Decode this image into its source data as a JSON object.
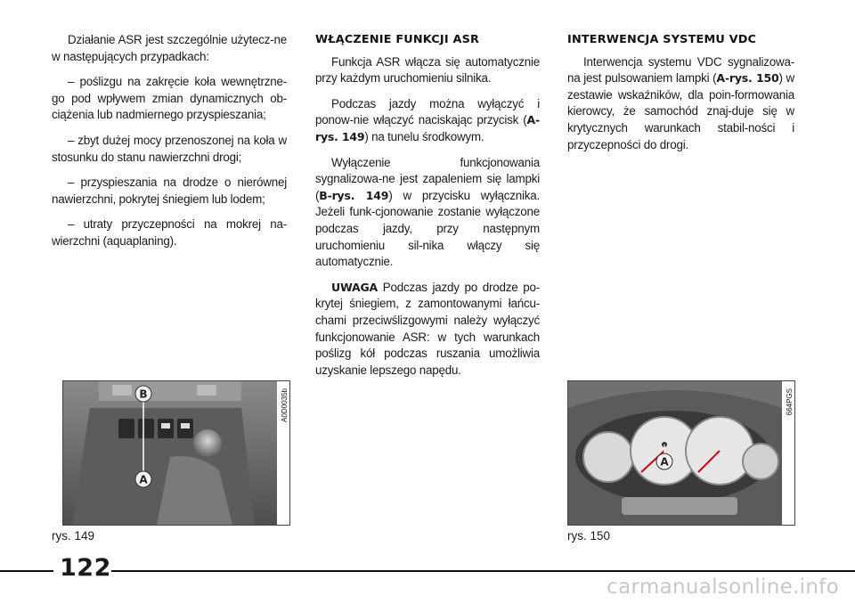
{
  "col1": {
    "intro": "Działanie ASR jest szczególnie użytecz-ne w następujących przypadkach:",
    "items": [
      "– poślizgu na zakręcie koła wewnętrzne-go pod wpływem zmian dynamicznych ob-ciążenia lub nadmiernego przyspieszania;",
      "– zbyt dużej mocy przenoszonej na koła w stosunku do stanu nawierzchni drogi;",
      "– przyspieszania na drodze o nierównej nawierzchni, pokrytej śniegiem lub lodem;",
      "– utraty przyczepności na mokrej na-wierzchni (aquaplaning)."
    ]
  },
  "col2": {
    "heading": "WŁĄCZENIE FUNKCJI ASR",
    "p1": "Funkcja ASR włącza się automatycznie przy każdym uruchomieniu silnika.",
    "p2_before": "Podczas jazdy można wyłączyć i ponow-nie włączyć naciskając przycisk (",
    "p2_ref": "A-rys. 149",
    "p2_after": ") na tunelu środkowym.",
    "p3_before": "Wyłączenie funkcjonowania sygnalizowa-ne jest zapaleniem się lampki (",
    "p3_ref": "B-rys. 149",
    "p3_after": ") w przycisku wyłącznika. Jeżeli funk-cjonowanie zostanie wyłączone podczas jazdy, przy następnym uruchomieniu sil-nika włączy się automatycznie.",
    "note_label": "UWAGA",
    "note_text": " Podczas jazdy po drodze po-krytej śniegiem, z zamontowanymi łańcu-chami przeciwślizgowymi należy wyłączyć funkcjonowanie ASR: w tych warunkach poślizg kół podczas ruszania umożliwia uzyskanie lepszego napędu."
  },
  "col3": {
    "heading": "INTERWENCJA SYSTEMU VDC",
    "p1_before": "Interwencja systemu VDC sygnalizowa-na jest pulsowaniem lampki (",
    "p1_ref": "A-rys. 150",
    "p1_after": ") w zestawie wskaźników, dla poin-formowania kierowcy, że samochód znaj-duje się w krytycznych warunkach stabil-ności i przyczepności do drogi."
  },
  "figures": {
    "fig1": {
      "code": "A0D0035b",
      "caption": "rys. 149",
      "label_a": "A",
      "label_b": "B"
    },
    "fig2": {
      "code": "664PGS",
      "caption": "rys. 150",
      "label_a": "A"
    }
  },
  "page_number": "122",
  "watermark": "carmanualsonline.info"
}
